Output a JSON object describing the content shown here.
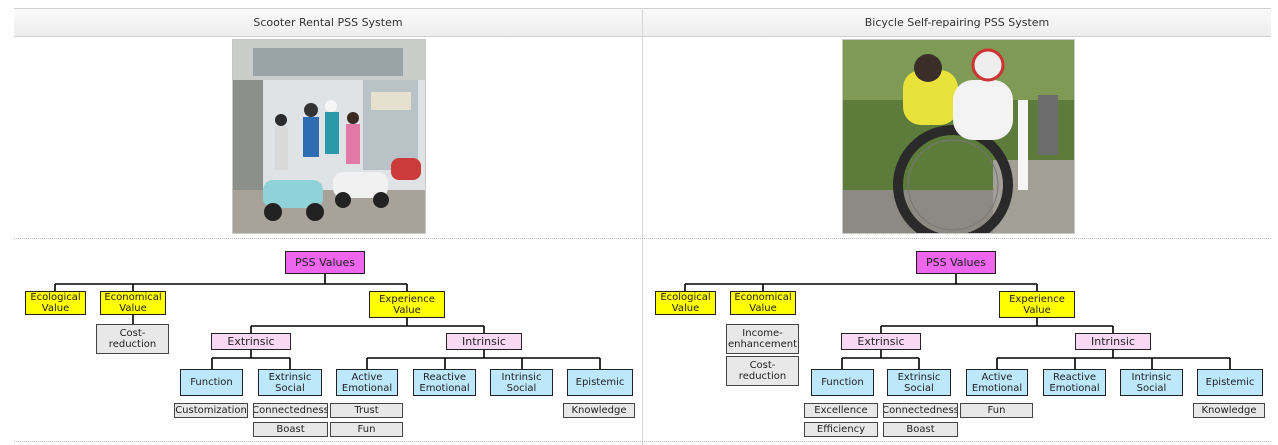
{
  "columns": [
    {
      "title": "Scooter Rental PSS System",
      "photo_desc_icon": "scooter-rental-photo",
      "tree": {
        "root": "PSS Values",
        "ecological": [
          "Ecological",
          "Value"
        ],
        "economical": [
          "Economical",
          "Value"
        ],
        "economical_items": [
          [
            "Cost-",
            "reduction"
          ]
        ],
        "experience": [
          "Experience",
          "Value"
        ],
        "extrinsic": "Extrinsic",
        "intrinsic": "Intrinsic",
        "function": "Function",
        "extrinsic_social": [
          "Extrinsic",
          "Social"
        ],
        "active_emotional": [
          "Active",
          "Emotional"
        ],
        "reactive_emotional": [
          "Reactive",
          "Emotional"
        ],
        "intrinsic_social": [
          "Intrinsic",
          "Social"
        ],
        "epistemic": "Epistemic",
        "function_items": [
          "Customization"
        ],
        "social_items": [
          "Connectedness",
          "Boast"
        ],
        "active_items": [
          "Trust",
          "Fun"
        ],
        "epistemic_items": [
          "Knowledge"
        ]
      }
    },
    {
      "title": "Bicycle Self-repairing PSS System",
      "photo_desc_icon": "bicycle-repair-photo",
      "tree": {
        "root": "PSS Values",
        "ecological": [
          "Ecological",
          "Value"
        ],
        "economical": [
          "Economical",
          "Value"
        ],
        "economical_items": [
          [
            "Income-",
            "enhancement"
          ],
          [
            "Cost-",
            "reduction"
          ]
        ],
        "experience": [
          "Experience",
          "Value"
        ],
        "extrinsic": "Extrinsic",
        "intrinsic": "Intrinsic",
        "function": "Function",
        "extrinsic_social": [
          "Extrinsic",
          "Social"
        ],
        "active_emotional": [
          "Active",
          "Emotional"
        ],
        "reactive_emotional": [
          "Reactive",
          "Emotional"
        ],
        "intrinsic_social": [
          "Intrinsic",
          "Social"
        ],
        "epistemic": "Epistemic",
        "function_items": [
          "Excellence",
          "Efficiency"
        ],
        "social_items": [
          "Connectedness",
          "Boast"
        ],
        "active_items": [
          "Fun"
        ],
        "epistemic_items": [
          "Knowledge"
        ]
      }
    }
  ],
  "colors": {
    "root": "#ee66ee",
    "value": "#ffff00",
    "category": "#f8d8f2",
    "subtype": "#bde8fb",
    "item": "#e8e8e8"
  }
}
